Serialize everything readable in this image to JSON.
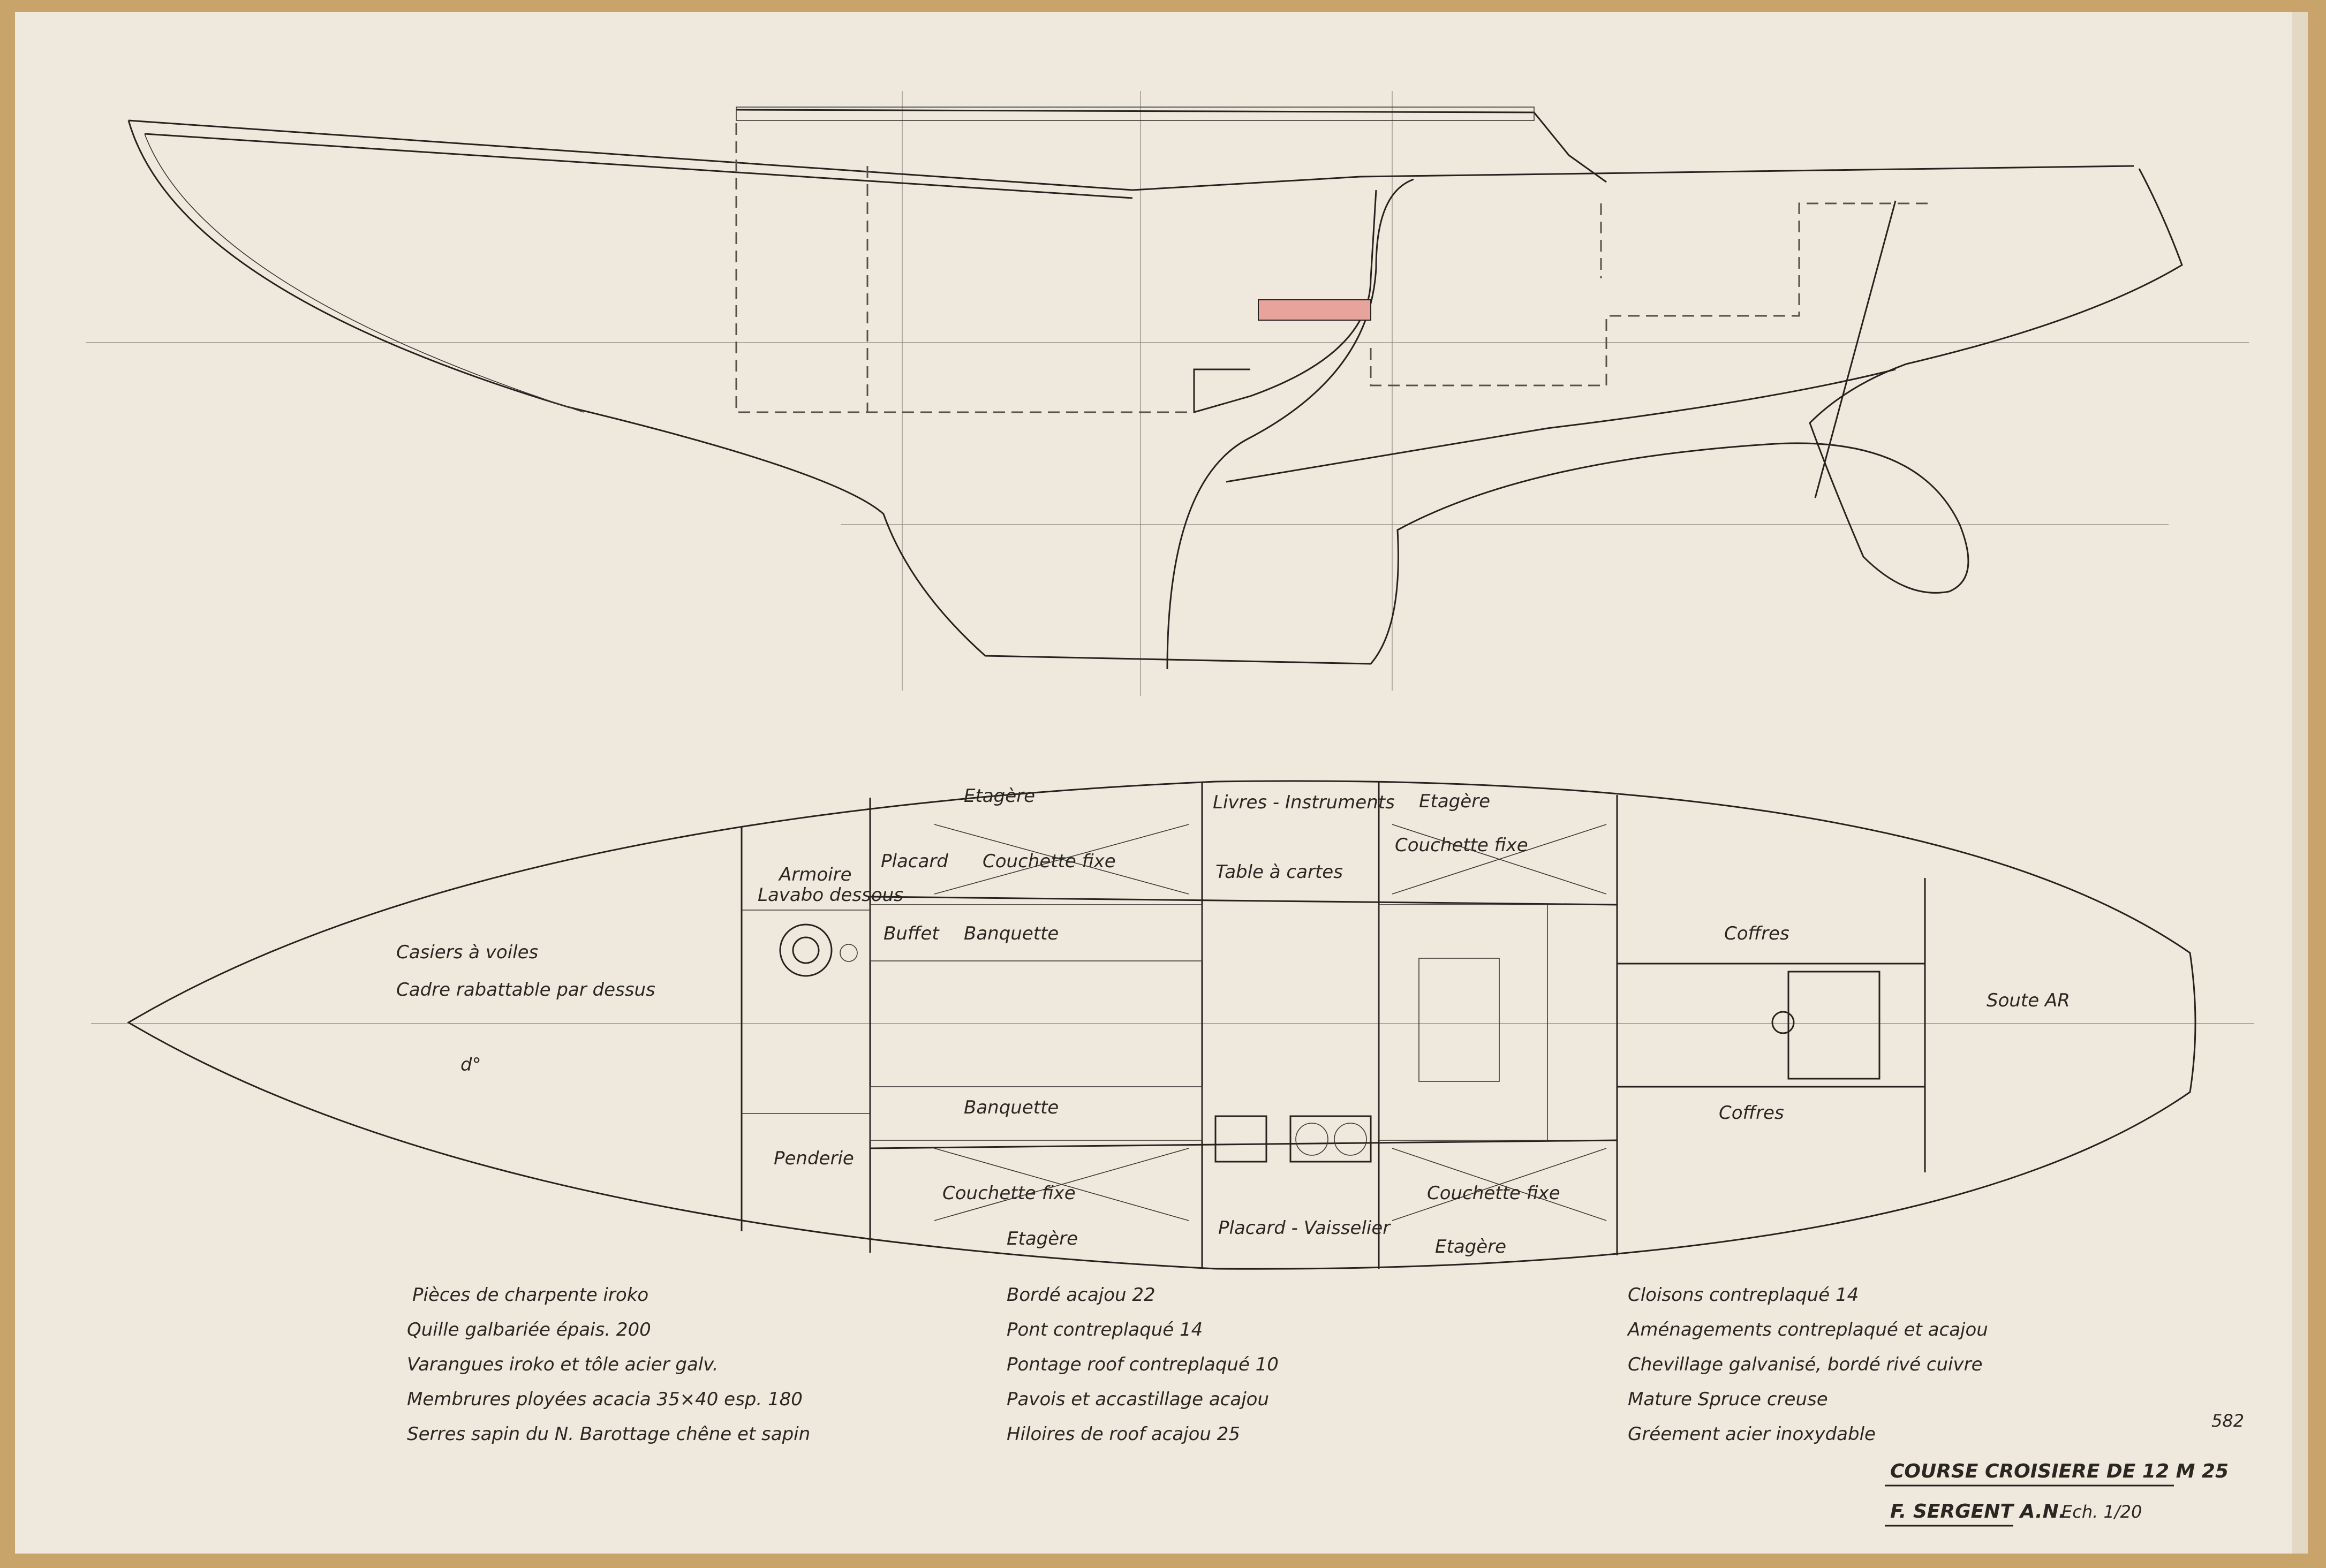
{
  "colors": {
    "paper": "#efe9dd",
    "border": "#c9a46a",
    "ink": "#26231f",
    "highlight": "#e7a39c"
  },
  "plan_labels": {
    "etagere_1": "Etagère",
    "etagere_2": "Etagère",
    "etagere_3": "Etagère",
    "etagere_4": "Etagère",
    "livres": "Livres - Instruments",
    "armoire": "Armoire",
    "lavabo": "Lavabo dessous",
    "placard": "Placard",
    "couchette_1": "Couchette fixe",
    "couchette_2": "Couchette fixe",
    "couchette_3": "Couchette fixe",
    "couchette_4": "Couchette fixe",
    "table": "Table à cartes",
    "casiers": "Casiers à voiles",
    "cadre": "Cadre rabattable par dessus",
    "ditto": "d°",
    "buffet": "Buffet",
    "banquette_1": "Banquette",
    "banquette_2": "Banquette",
    "coffres_1": "Coffres",
    "coffres_2": "Coffres",
    "soute": "Soute AR",
    "penderie": "Penderie",
    "placard_vaisselier": "Placard - Vaisselier"
  },
  "specs": {
    "col1": [
      "Pièces de charpente iroko",
      "Quille galbariée épais. 200",
      "Varangues iroko et tôle acier galv.",
      "Membrures ployées acacia 35×40 esp. 180",
      "Serres sapin du N. Barottage chêne et sapin"
    ],
    "col2": [
      "Bordé acajou 22",
      "Pont contreplaqué 14",
      "Pontage roof contreplaqué 10",
      "Pavois et accastillage acajou",
      "Hiloires de roof acajou 25"
    ],
    "col3": [
      "Cloisons contreplaqué 14",
      "Aménagements contreplaqué et acajou",
      "Chevillage galvanisé, bordé rivé cuivre",
      "Mature Spruce creuse",
      "Gréement acier inoxydable"
    ]
  },
  "title_block": {
    "title": "COURSE CROISIERE DE 12 M 25",
    "author": "F. SERGENT A.N.",
    "scale": "Ech. 1/20",
    "number": "582"
  }
}
